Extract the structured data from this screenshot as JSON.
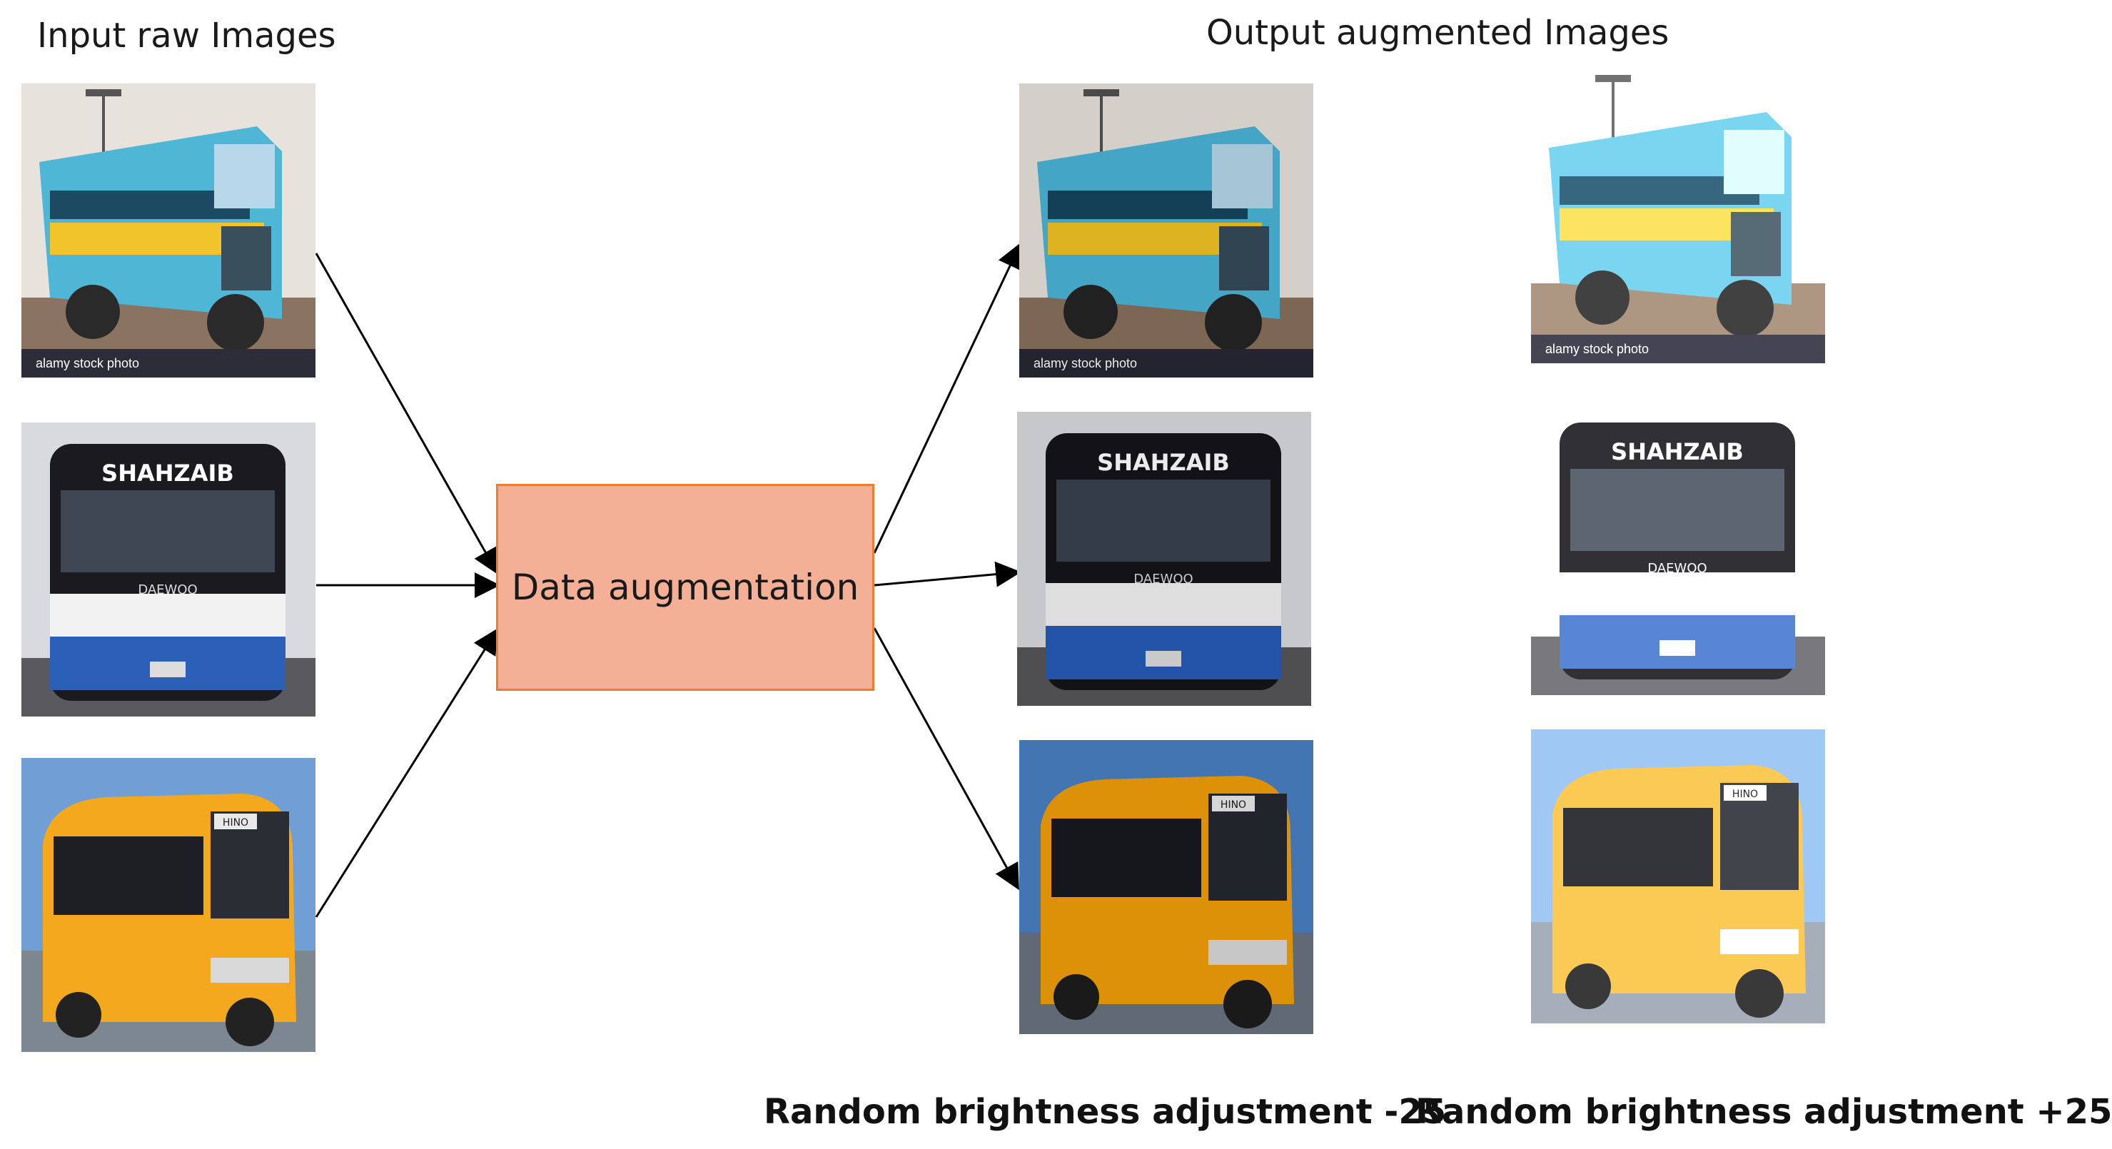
{
  "titles": {
    "input": "Input raw Images",
    "output": "Output augmented  Images"
  },
  "process": {
    "label": "Data augmentation",
    "fill_color": "#f4b096",
    "border_color": "#ed7d31"
  },
  "captions": {
    "minus": "Random brightness adjustment -25",
    "plus": "Random brightness adjustment +25"
  },
  "images": {
    "bus1": {
      "watermark": "alamy stock photo",
      "icon": "blue-yellow-bus-photo"
    },
    "bus2": {
      "brand_top": "SHAHZAIB",
      "brand_grille": "DAEWOO",
      "icon": "black-white-blue-bus-photo"
    },
    "bus3": {
      "sign": "HINO",
      "icon": "yellow-minibus-photo"
    }
  },
  "edges": [
    {
      "from": "input-bus1",
      "to": "data-augmentation"
    },
    {
      "from": "input-bus2",
      "to": "data-augmentation"
    },
    {
      "from": "input-bus3",
      "to": "data-augmentation"
    },
    {
      "from": "data-augmentation",
      "to": "output-bus1-minus25"
    },
    {
      "from": "data-augmentation",
      "to": "output-bus2-minus25"
    },
    {
      "from": "data-augmentation",
      "to": "output-bus3-minus25"
    }
  ]
}
